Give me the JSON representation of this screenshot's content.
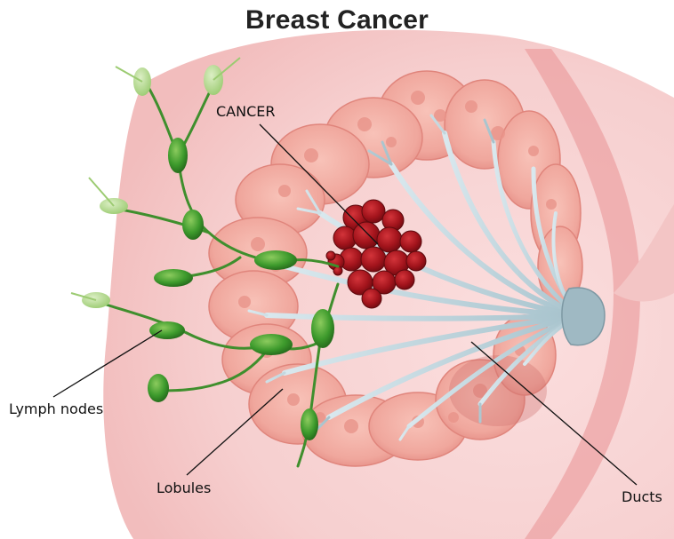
{
  "diagram": {
    "title": "Breast Cancer",
    "labels": {
      "cancer": "CANCER",
      "lymph_nodes": "Lymph nodes",
      "lobules": "Lobules",
      "ducts": "Ducts"
    },
    "colors": {
      "skin": "#f7d4d4",
      "skin_edge": "#e27a7c",
      "lobule": "#f2a9a0",
      "lobule_dark": "#e58b82",
      "duct": "#b9d0d8",
      "tumor": "#a3141c",
      "lymph": "#3d9a2c",
      "lymph_light": "#a6d27e"
    }
  }
}
